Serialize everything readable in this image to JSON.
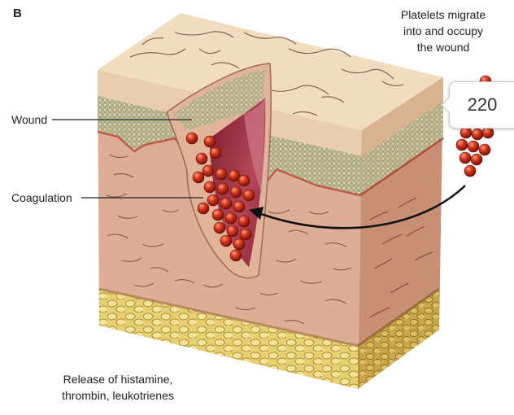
{
  "figure": {
    "panel_letter": "B",
    "top_note_line1": "Platelets migrate",
    "top_note_line2": "into and occupy",
    "top_note_line3": "the wound",
    "label_wound": "Wound",
    "label_coagulation": "Coagulation",
    "bottom_note_line1": "Release of histamine,",
    "bottom_note_line2": "thrombin, leukotrienes"
  },
  "page_badge": "220",
  "colors": {
    "epidermis": "#eed6b8",
    "dermis": "#dba98f",
    "fat": "#e9d27a",
    "wound": "#a8364a",
    "platelet": "#c62d18"
  }
}
